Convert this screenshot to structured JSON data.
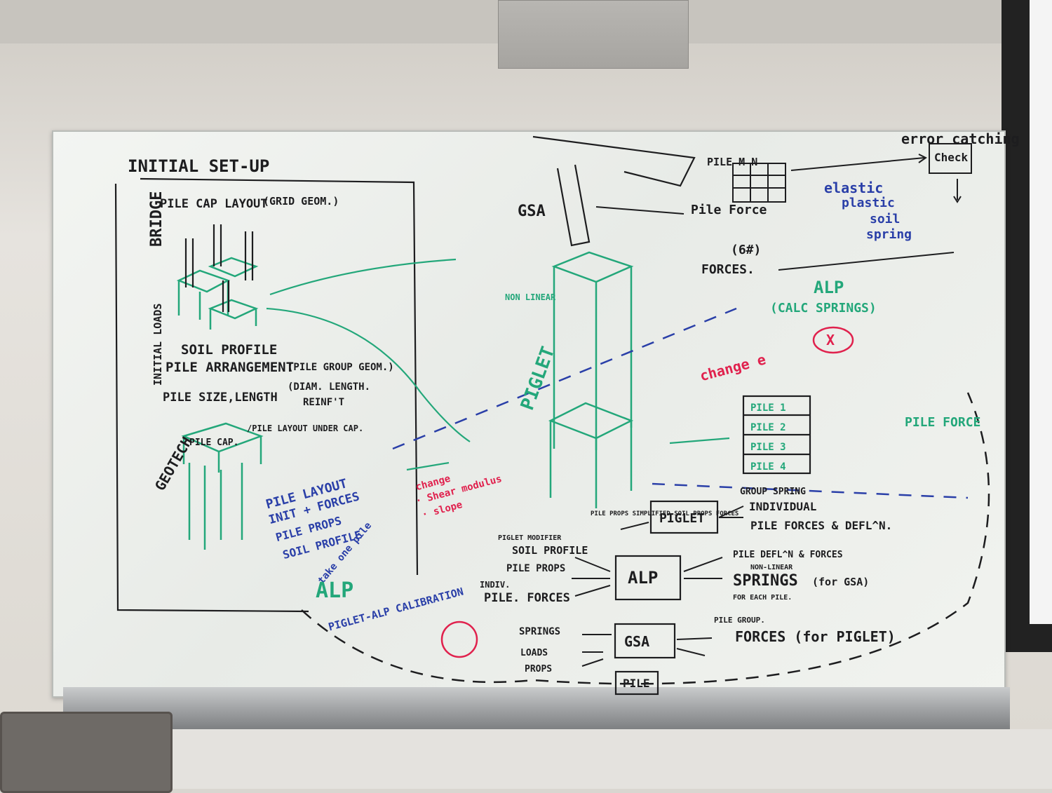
{
  "board": {
    "left_panel": {
      "title": "INITIAL SET-UP",
      "bridge": "BRIDGE",
      "pile_cap_layout": "PILE CAP LAYOUT",
      "grid_geom": "(GRID GEOM.)",
      "initial_loads": "INITIAL LOADS",
      "geotech": "GEOTECH",
      "soil_profile": "SOIL PROFILE",
      "pile_arrangement": "PILE ARRANGEMENT",
      "pile_group_geom": "(PILE GROUP GEOM.)",
      "pile_size_length": "PILE SIZE,LENGTH",
      "diam_length": "(DIAM. LENGTH.",
      "reinft": "REINF'T",
      "pile_cap": "PILE CAP.",
      "pile_layout_under_cap": "/PILE LAYOUT UNDER CAP."
    },
    "blue_notes": {
      "pile_layout": "PILE LAYOUT",
      "init_forces": "INIT + FORCES",
      "pile_props": "PILE PROPS",
      "soil_profile": "SOIL PROFILE",
      "take_one_pile": "take one pile",
      "alp": "ALP",
      "calibration": "PIGLET-ALP CALIBRATION",
      "elastic": "elastic",
      "plastic": "plastic",
      "soil": "soil",
      "spring": "spring"
    },
    "red_notes": {
      "change": "change",
      "shear_modulus": "· Shear modulus",
      "slope": "· slope",
      "change_e": "change e",
      "x_mark": "X"
    },
    "centre": {
      "gsa": "GSA",
      "non_linear": "NON LINEAR",
      "piglet": "PIGLET",
      "pile_m_n": "PILE M N",
      "pile_force": "Pile Force",
      "forces_6": "(6#)",
      "forces": "FORCES.",
      "alp_calc": "ALP",
      "calc_springs": "(CALC SPRINGS)",
      "error_catching": "error catching",
      "check": "Check",
      "pile_rows": [
        "PILE 1",
        "PILE 2",
        "PILE 3",
        "PILE 4"
      ],
      "pile_force_green": "PILE FORCE"
    },
    "flow": {
      "piglet_box": "PIGLET",
      "piglet_inputs": "PILE PROPS SIMPLIFIED SOIL PROPS FORCES",
      "group_spring": "GROUP SPRING",
      "individual": "INDIVIDUAL",
      "pile_forces_defl": "PILE FORCES & DEFL^N.",
      "piglet_modifier": "PIGLET MODIFIER",
      "soil_profile": "SOIL PROFILE",
      "pile_props": "PILE PROPS",
      "indiv": "INDIV.",
      "pile_forces": "PILE. FORCES",
      "alp_box": "ALP",
      "pile_defl_forces": "PILE DEFL^N & FORCES",
      "non_linear": "NON-LINEAR",
      "springs": "SPRINGS",
      "for_gsa": "(for GSA)",
      "for_each_pile": "FOR EACH PILE.",
      "springs_in": "SPRINGS",
      "loads": "LOADS",
      "props": "PROPS",
      "gsa_box": "GSA",
      "pile_group": "PILE GROUP.",
      "forces_piglet": "FORCES (for PIGLET)",
      "pile_box": "PILE"
    }
  },
  "colors": {
    "black_marker": "#1d1d1f",
    "green_marker": "#23a77a",
    "blue_marker": "#2a3fa8",
    "red_marker": "#e0214d",
    "board": "#eef1ed"
  }
}
